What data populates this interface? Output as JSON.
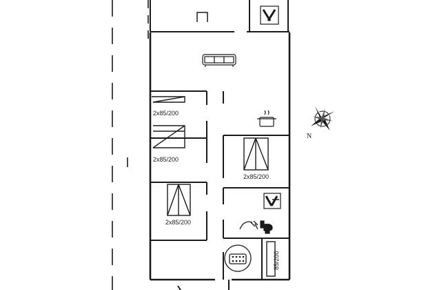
{
  "plan": {
    "bed_labels": [
      "2x85/200",
      "2x85/200",
      "2x85/200",
      "2x85/200"
    ],
    "single_bed_label": "85/200",
    "compass_north": "N"
  },
  "icons": [
    "sofa-icon",
    "cooking-pot-icon",
    "washing-machine-icon",
    "dryer-icon",
    "shower-icon",
    "toilet-icon",
    "hot-tub-icon",
    "compass-rose-icon"
  ],
  "colors": {
    "wall": "#1a1a1a",
    "background": "#ffffff"
  }
}
